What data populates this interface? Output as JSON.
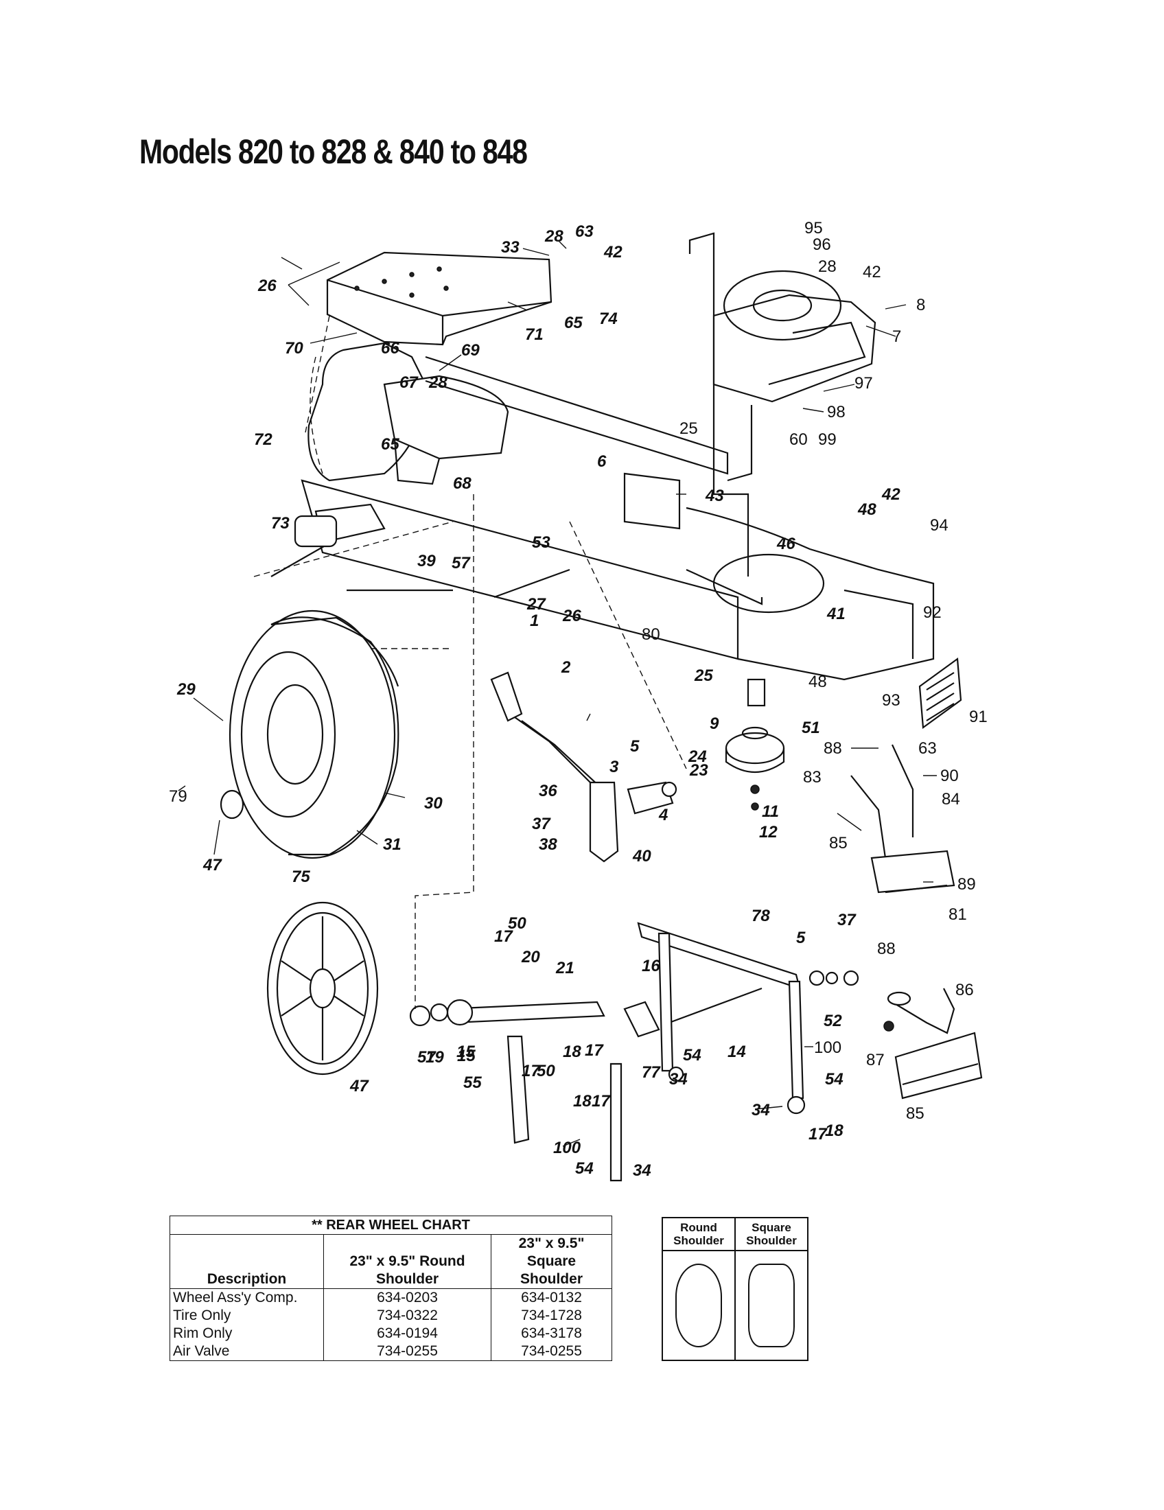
{
  "page": {
    "title": "Models 820 to 828 & 840 to 848"
  },
  "diagram": {
    "callouts": [
      "26",
      "33",
      "28",
      "63",
      "42",
      "65",
      "74",
      "71",
      "70",
      "66",
      "69",
      "67",
      "28",
      "65",
      "72",
      "68",
      "73",
      "39",
      "57",
      "6",
      "43",
      "53",
      "26",
      "27",
      "95",
      "96",
      "28",
      "42",
      "8",
      "7",
      "97",
      "98",
      "99",
      "60",
      "25",
      "42",
      "48",
      "46",
      "94",
      "92",
      "80",
      "41",
      "48",
      "93",
      "91",
      "25",
      "51",
      "1",
      "2",
      "29",
      "79",
      "30",
      "31",
      "47",
      "5",
      "3",
      "36",
      "4",
      "37",
      "38",
      "40",
      "9",
      "24",
      "23",
      "11",
      "12",
      "88",
      "63",
      "90",
      "83",
      "84",
      "85",
      "89",
      "81",
      "75",
      "47",
      "50",
      "17",
      "20",
      "21",
      "15",
      "57",
      "19",
      "15",
      "55",
      "18",
      "17",
      "17",
      "50",
      "18",
      "17",
      "77",
      "54",
      "34",
      "16",
      "78",
      "5",
      "37",
      "14",
      "52",
      "100",
      "54",
      "34",
      "17",
      "18",
      "88",
      "86",
      "87",
      "85",
      "100",
      "54",
      "34"
    ]
  },
  "rear_wheel_chart": {
    "title": "** REAR WHEEL CHART",
    "col_description": "Description",
    "col_round": "23\" x 9.5\" Round Shoulder",
    "col_square": "23\" x 9.5\" Square Shoulder",
    "rows": [
      {
        "description": "Wheel Ass'y Comp.",
        "round": "634-0203",
        "square": "634-0132"
      },
      {
        "description": "Tire Only",
        "round": "734-0322",
        "square": "734-1728"
      },
      {
        "description": "Rim Only",
        "round": "634-0194",
        "square": "634-3178"
      },
      {
        "description": "Air Valve",
        "round": "734-0255",
        "square": "734-0255"
      }
    ]
  },
  "shoulder_key": {
    "round_label": "Round Shoulder",
    "square_label": "Square Shoulder"
  }
}
